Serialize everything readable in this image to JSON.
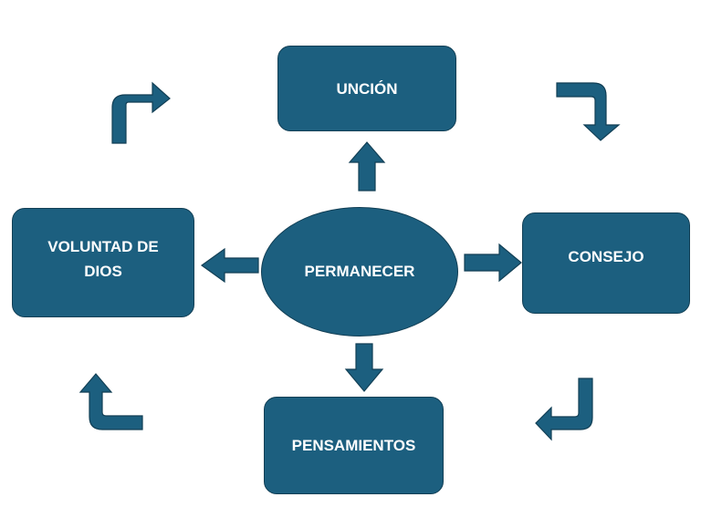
{
  "diagram": {
    "center": {
      "label": "PERMANECER"
    },
    "nodes": {
      "top": {
        "label": "UNCIÓN"
      },
      "right": {
        "label": "CONSEJO"
      },
      "bottom": {
        "label": "PENSAMIENTOS"
      },
      "left": {
        "label": "VOLUNTAD DE DIOS"
      }
    },
    "colors": {
      "fill": "#1c5f7f",
      "stroke": "#123f55",
      "background": "#ffffff"
    }
  }
}
